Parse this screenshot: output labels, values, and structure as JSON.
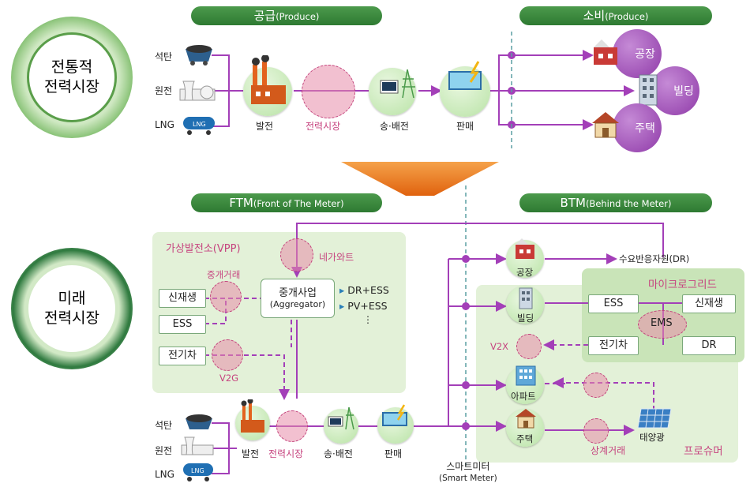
{
  "top": {
    "market_ring": {
      "line1": "전통적",
      "line2": "전력시장"
    },
    "supply_header": {
      "main": "공급",
      "sub": "(Produce)"
    },
    "consume_header": {
      "main": "소비",
      "sub": "(Produce)"
    },
    "sources": [
      "석탄",
      "원전",
      "LNG"
    ],
    "stages": [
      "발전",
      "전력시장",
      "송·배전",
      "판매"
    ],
    "consumers": [
      "공장",
      "빌딩",
      "주택"
    ]
  },
  "bottom": {
    "market_ring": {
      "line1": "미래",
      "line2": "전력시장"
    },
    "ftm_header": {
      "main": "FTM",
      "sub": "(Front of The Meter)"
    },
    "btm_header": {
      "main": "BTM",
      "sub": "(Behind the Meter)"
    },
    "vpp_title": "가상발전소(VPP)",
    "negawatt": "네가와트",
    "brokerage_trade": "중개거래",
    "aggregator": {
      "line1": "중개사업",
      "line2": "(Aggregator)"
    },
    "services": [
      "DR+ESS",
      "PV+ESS",
      "⋮"
    ],
    "vpp_inputs": [
      "신재생",
      "ESS",
      "전기차"
    ],
    "v2g": "V2G",
    "sources": [
      "석탄",
      "원전",
      "LNG"
    ],
    "stages": [
      "발전",
      "전력시장",
      "송·배전",
      "판매"
    ],
    "smart_meter": {
      "line1": "스마트미터",
      "line2": "(Smart Meter)"
    },
    "btm_nodes": [
      "공장",
      "빌딩",
      "아파트",
      "주택"
    ],
    "dr_resource": "수요반응자원(DR)",
    "microgrid_title": "마이크로그리드",
    "microgrid_boxes": [
      "ESS",
      "신재생",
      "전기차",
      "DR"
    ],
    "ems": "EMS",
    "v2x": "V2X",
    "solar": "태양광",
    "p2p_trade": "상계거래",
    "prosumer": "프로슈머"
  },
  "colors": {
    "accent_green": "#2e7a32",
    "flow_purple": "#a33fb8",
    "market_pink": "#e88caa",
    "arrow_orange": "#e8731e"
  }
}
